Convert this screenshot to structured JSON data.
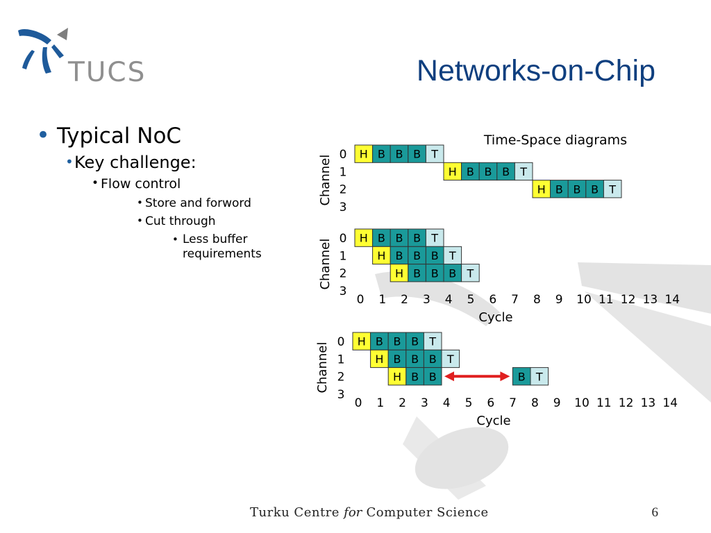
{
  "logo": {
    "text": "TUCS"
  },
  "slide": {
    "title": "Networks-on-Chip"
  },
  "bullets": {
    "l1": "Typical NoC",
    "l2": "Key challenge:",
    "l3": "Flow control",
    "l4a": "Store and forword",
    "l4b": "Cut through",
    "l5_line1": "Less buffer",
    "l5_line2": "requirements"
  },
  "diagram": {
    "title": "Time-Space diagrams",
    "channel_label": "Channel",
    "cycle_label": "Cycle",
    "channels": [
      "0",
      "1",
      "2",
      "3"
    ],
    "cycles": [
      "0",
      "1",
      "2",
      "3",
      "4",
      "5",
      "6",
      "7",
      "8",
      "9",
      "10",
      "11",
      "12",
      "13",
      "14"
    ],
    "colors": {
      "H": "#ffff33",
      "B": "#1a9a9a",
      "T": "#c9e9ec",
      "arrow": "#e02020"
    },
    "panels": [
      {
        "name": "store-and-forward",
        "show_cycle_axis": false,
        "rows": [
          {
            "channel": 0,
            "start": 0,
            "flits": [
              "H",
              "B",
              "B",
              "B",
              "T"
            ]
          },
          {
            "channel": 1,
            "start": 5,
            "flits": [
              "H",
              "B",
              "B",
              "B",
              "T"
            ]
          },
          {
            "channel": 2,
            "start": 10,
            "flits": [
              "H",
              "B",
              "B",
              "B",
              "T"
            ]
          }
        ]
      },
      {
        "name": "cut-through",
        "show_cycle_axis": true,
        "rows": [
          {
            "channel": 0,
            "start": 0,
            "flits": [
              "H",
              "B",
              "B",
              "B",
              "T"
            ]
          },
          {
            "channel": 1,
            "start": 1,
            "flits": [
              "H",
              "B",
              "B",
              "B",
              "T"
            ]
          },
          {
            "channel": 2,
            "start": 2,
            "flits": [
              "H",
              "B",
              "B",
              "B",
              "T"
            ]
          }
        ]
      },
      {
        "name": "cut-through-blocked",
        "show_cycle_axis": true,
        "rows": [
          {
            "channel": 0,
            "start": 0,
            "flits": [
              "H",
              "B",
              "B",
              "B",
              "T"
            ]
          },
          {
            "channel": 1,
            "start": 1,
            "flits": [
              "H",
              "B",
              "B",
              "B",
              "T"
            ]
          },
          {
            "channel": 2,
            "start": 2,
            "flits": [
              "H",
              "B",
              "B"
            ]
          },
          {
            "channel": 2,
            "start": 9,
            "flits": [
              "B",
              "T"
            ]
          }
        ],
        "stall": {
          "channel": 2,
          "from_cycle": 5,
          "to_cycle": 9
        }
      }
    ]
  },
  "footer": {
    "part1": "Turku Centre",
    "part2": "for",
    "part3": "Computer Science",
    "page": "6"
  }
}
